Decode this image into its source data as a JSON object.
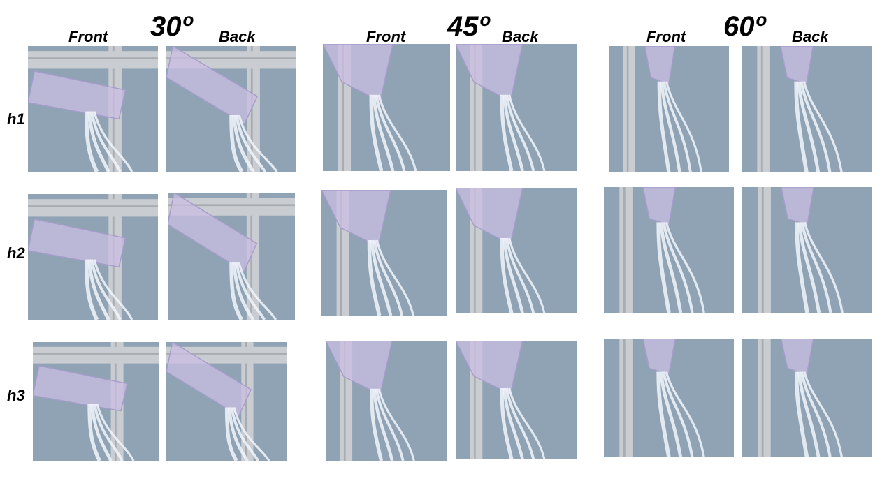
{
  "figure": {
    "angles": [
      {
        "value": "30",
        "unit": "o",
        "front_label": "Front",
        "back_label": "Back"
      },
      {
        "value": "45",
        "unit": "o",
        "front_label": "Front",
        "back_label": "Back"
      },
      {
        "value": "60",
        "unit": "o",
        "front_label": "Front",
        "back_label": "Back"
      }
    ],
    "rows": [
      "h1",
      "h2",
      "h3"
    ]
  },
  "colors": {
    "wall": "#8fa3b4",
    "frame": "#c9ccd0",
    "acrylic": "#c9bde3",
    "water": "#f2f6fb"
  }
}
